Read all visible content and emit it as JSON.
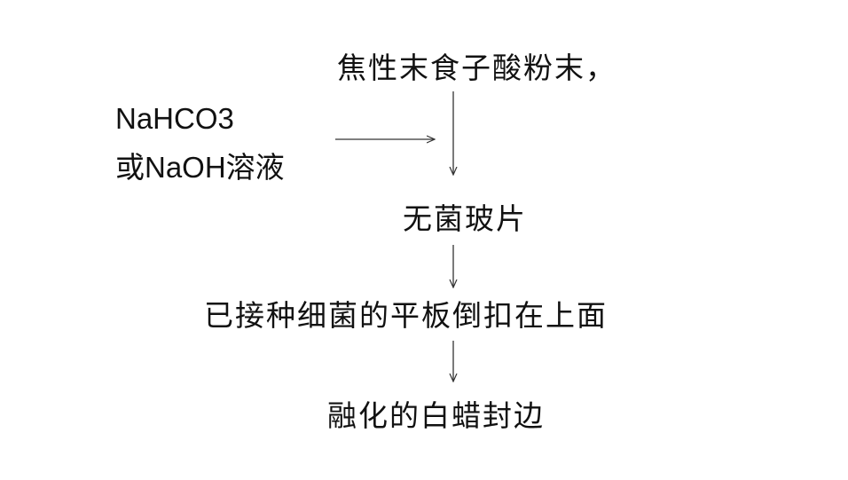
{
  "diagram": {
    "step1": "焦性末食子酸粉末，",
    "reagent_line1": "NaHCO3",
    "reagent_line2": "或NaOH溶液",
    "step2": "无菌玻片",
    "step3": "已接种细菌的平板倒扣在上面",
    "step4": "融化的白蜡封边"
  },
  "colors": {
    "text": "#111111",
    "arrow": "#333333",
    "background": "#ffffff"
  }
}
